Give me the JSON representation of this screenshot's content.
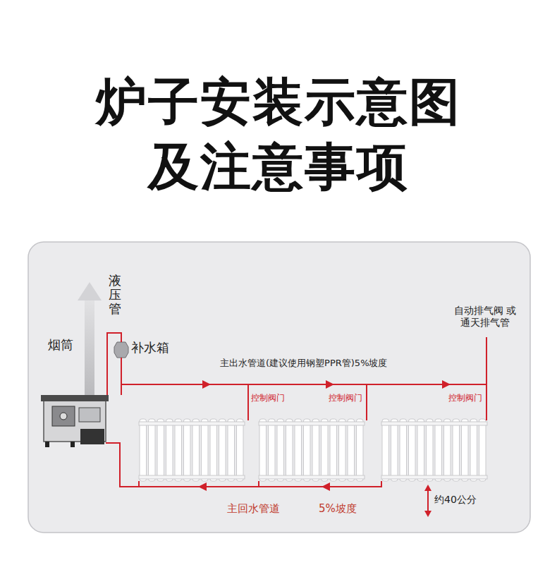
{
  "diagram": {
    "title": "炉子安装示意图 及注意事项",
    "labels": [
      "烟筒",
      "液压管",
      "补水箱",
      "主出水管道(建议使用钢塑PPR管)5%坡度",
      "控制阀门",
      "控制阀门",
      "控制阀门",
      "自动排气阀 或通天排气管",
      "主回水管道",
      "5%坡度",
      "约40公分"
    ]
  }
}
